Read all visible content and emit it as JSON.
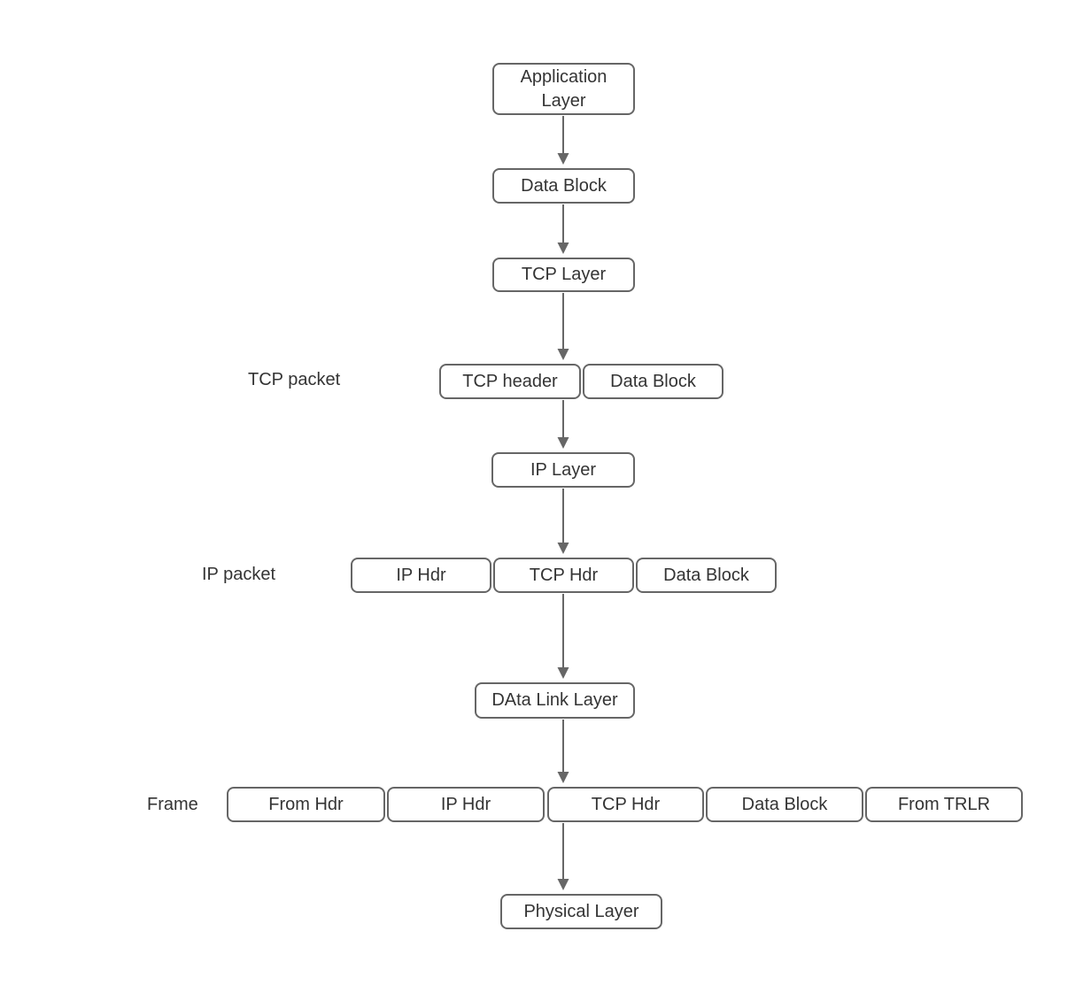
{
  "title": "TCP/IP encapsulation diagram",
  "colors": {
    "border": "#666666",
    "text": "#343434",
    "arrow": "#666666",
    "background": "#ffffff"
  },
  "nodes": {
    "application_layer": "Application Layer",
    "data_block_top": "Data Block",
    "tcp_layer": "TCP Layer",
    "ip_layer": "IP Layer",
    "data_link_layer": "DAta Link Layer",
    "physical_layer": "Physical Layer"
  },
  "rows": {
    "tcp_packet": {
      "label": "TCP packet",
      "cells": [
        "TCP header",
        "Data Block"
      ]
    },
    "ip_packet": {
      "label": "IP packet",
      "cells": [
        "IP Hdr",
        "TCP Hdr",
        "Data Block"
      ]
    },
    "frame": {
      "label": "Frame",
      "cells": [
        "From Hdr",
        "IP Hdr",
        "TCP Hdr",
        "Data Block",
        "From TRLR"
      ]
    }
  }
}
